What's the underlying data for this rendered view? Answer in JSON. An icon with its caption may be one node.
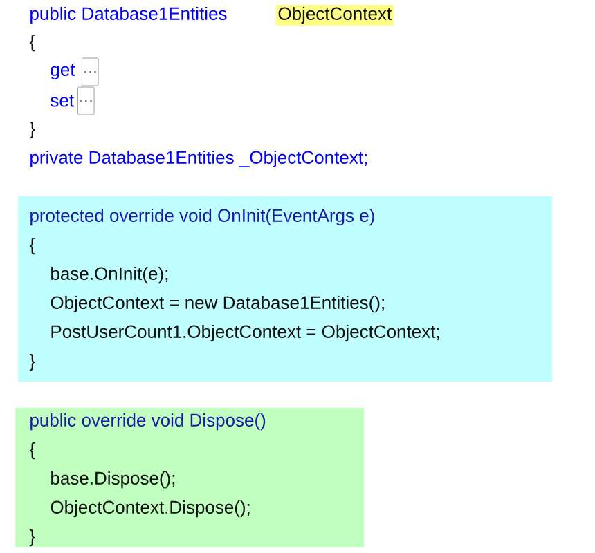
{
  "diagram": {
    "nodes": [
      {
        "text": [
          "ObjectContext"
        ]
      },
      {
        "text": [
          "..."
        ]
      },
      {
        "text": [
          "..."
        ]
      },
      {
        "text": [
          "protected override void OnInit(EventArgs e)",
          "{",
          "base.OnInit(e);",
          "ObjectContext = new Database1Entities();",
          "PostUserCount1.ObjectContext = ObjectContext;",
          "}"
        ]
      },
      {
        "text": [
          "public override void Dispose()",
          "{",
          "base.Dispose();",
          "ObjectContext.Dispose();",
          "}"
        ]
      }
    ],
    "labels": [
      "public Database1Entities",
      "{",
      "get",
      "set",
      "}",
      "private Database1Entities _ObjectContext;"
    ]
  }
}
